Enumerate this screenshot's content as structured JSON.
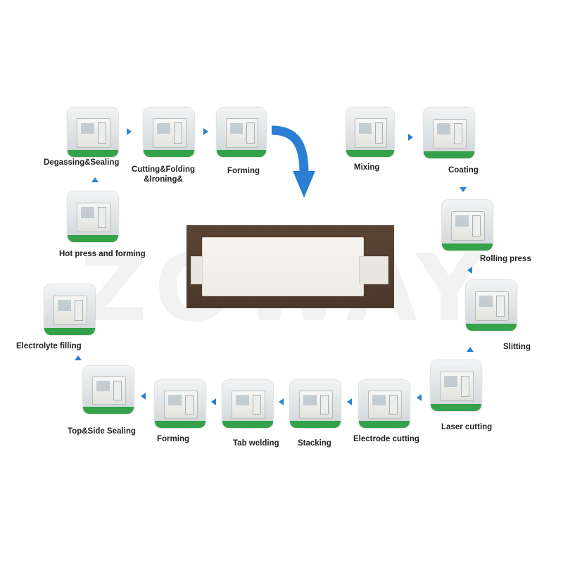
{
  "watermark": "ZOWAY",
  "colors": {
    "arrow": "#2a7fd4",
    "floor": "#34a24a",
    "cell_background": "#4b382a"
  },
  "steps": {
    "degassing": "Degassing&Sealing",
    "cutting": "Cutting&Folding\n&Ironing&",
    "forming_top": "Forming",
    "mixing": "Mixing",
    "coating": "Coating",
    "rolling": "Rolling press",
    "slitting": "Slitting",
    "laser": "Laser cutting",
    "electrode": "Electrode cutting",
    "stacking": "Stacking",
    "tab": "Tab welding",
    "forming_bottom": "Forming",
    "topside": "Top&Side Sealing",
    "electrolyte": "Electrolyte filling",
    "hotpress": "Hot press and forming"
  }
}
